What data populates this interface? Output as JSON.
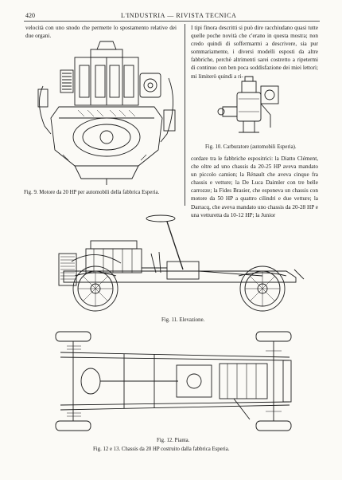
{
  "header": {
    "page_number": "420",
    "running_title": "L'INDUSTRIA — RIVISTA TECNICA"
  },
  "left_column": {
    "top_text": "velocità con uno snodo che permette lo spostamento relative dei due organi.",
    "figure_caption": "Fig. 9. Motore da 20 HP per automobili della fabbrica Esperia."
  },
  "right_column": {
    "paragraph_1": "I tipi finora descritti si può dire racchiudano quasi tutte quelle poche novità che c'erano in questa mostra; non credo quindi di soffermarmi a descrivere, sia pur sommariamente, i diversi modelli esposti da altre fabbriche, perchè altrimenti sarei costretto a ripetermi di continuo con ben poca soddisfazione dei miei lettori; mi limiterò quindi a ri-",
    "figure_caption": "Fig. 10. Carburatore (automobili Esperia).",
    "paragraph_2": "cordare tra le fabbriche espositrici: la Diatto Clément, che oltre ad uno chassis da 20-25 HP aveva mandato un piccolo camion; la Rénault che aveva cinque fra chassis e vetture; la De Luca Daimler con tre belle carrozze; la Fides Brasier, che esponeva un chassis con motore da 50 HP a quattro cilindri e due vetture; la Darracq, che aveva mandato uno chassis da 20-28 HP e una vetturetta da 10-12 HP; la Junior"
  },
  "figures": {
    "elevation_caption": "Fig. 11. Elevazione.",
    "plan_caption": "Fig. 12. Pianta.",
    "combined_caption": "Fig. 12 e 13. Chassis da 20 HP costruito dalla fabbrica Esperia."
  }
}
